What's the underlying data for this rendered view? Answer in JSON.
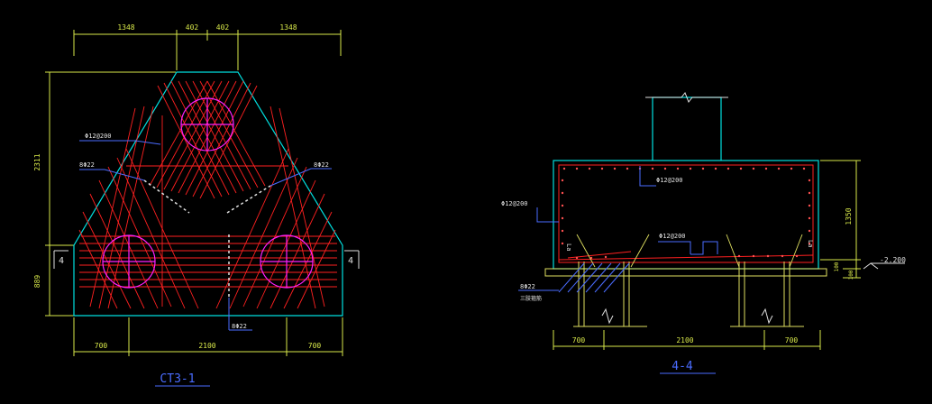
{
  "colors": {
    "background": "#000000",
    "dimension": "#d8e84a",
    "outline": "#00e0e0",
    "rebar": "#ff2020",
    "pile": "#ff20ff",
    "label": "#4a6cff",
    "pile_yellow": "#e0e060",
    "text": "#e0e0e0"
  },
  "plan": {
    "top_dims": [
      "1348",
      "402",
      "402",
      "1348"
    ],
    "left_dims": [
      "2311",
      "889"
    ],
    "bottom_dims": [
      "700",
      "2100",
      "700"
    ],
    "section_marks": [
      "4",
      "4"
    ],
    "labels": {
      "rebar_a": "Φ12@200",
      "rebar_b": "8Φ22",
      "rebar_c": "8Φ22",
      "rebar_d": "8Φ22"
    },
    "title": "CT3-1"
  },
  "section": {
    "labels": {
      "top_rebar": "Φ12@200",
      "side_rebar": "Φ12@200",
      "bottom_rebar": "Φ12@200",
      "bar_bundle": "8Φ22",
      "bar_bundle_sub": "三肢箍筋",
      "la_left": "La",
      "la_right": "La"
    },
    "right_dims": [
      "1350",
      "100",
      "100"
    ],
    "elevation": "-2.200",
    "bottom_dims": [
      "700",
      "2100",
      "700"
    ],
    "title": "4-4"
  }
}
